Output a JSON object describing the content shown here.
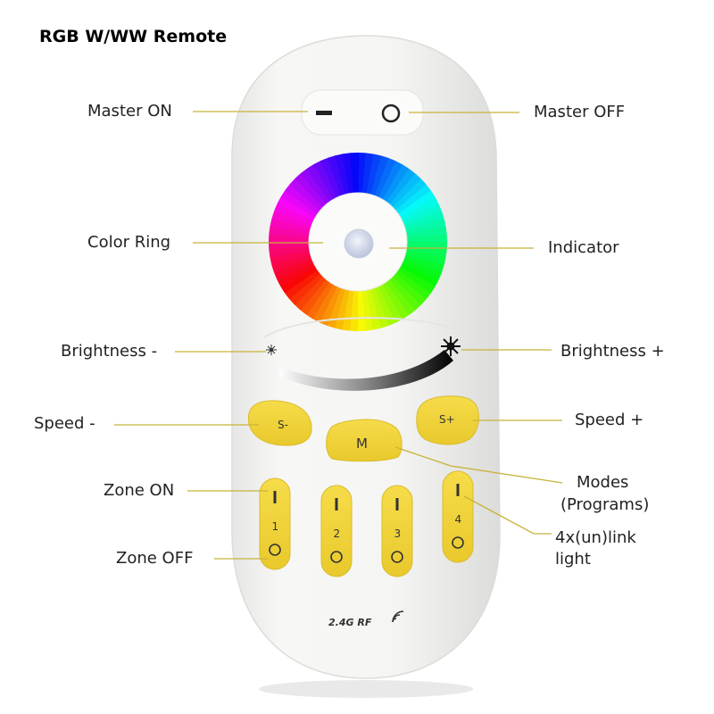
{
  "title": "RGB W/WW Remote",
  "callouts": {
    "master_on": "Master ON",
    "master_off": "Master OFF",
    "color_ring": "Color Ring",
    "indicator": "Indicator",
    "brightness_minus": "Brightness -",
    "brightness_plus": "Brightness +",
    "speed_minus": "Speed -",
    "speed_plus": "Speed +",
    "modes": "Modes",
    "modes_sub": "(Programs)",
    "zone_on": "Zone ON",
    "zone_off": "Zone OFF",
    "link_line1": "4x(un)link",
    "link_line2": "light"
  },
  "buttons": {
    "speed_minus": "S-",
    "speed_plus": "S+",
    "mode": "M",
    "zones": [
      "1",
      "2",
      "3",
      "4"
    ]
  },
  "remote_mark": "2.4G RF",
  "colors": {
    "button_yellow": "#f2d33b",
    "remote_body": "#f4f4f2",
    "leader_line": "#c8b23a"
  }
}
